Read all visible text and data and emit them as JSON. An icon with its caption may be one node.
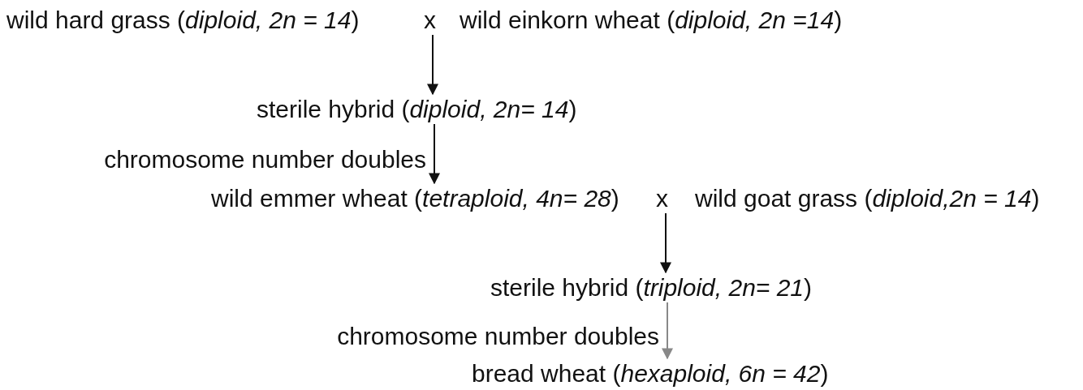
{
  "diagram": {
    "nodes": [
      {
        "text": [
          "wild hard grass (*diploid, 2n = 14*)"
        ]
      },
      {
        "text": [
          "x"
        ]
      },
      {
        "text": [
          "wild einkorn wheat (*diploid, 2n =14*)"
        ]
      },
      {
        "text": [
          "sterile hybrid (*diploid, 2n= 14*)"
        ]
      },
      {
        "text": [
          "wild emmer wheat (*tetraploid, 4n= 28*)"
        ]
      },
      {
        "text": [
          "x"
        ]
      },
      {
        "text": [
          "wild goat grass (*diploid,2n = 14*)"
        ]
      },
      {
        "text": [
          "sterile hybrid (*triploid, 2n= 21*)"
        ]
      },
      {
        "text": [
          "bread wheat (*hexaploid, 6n = 42*)"
        ]
      }
    ],
    "edges": [
      {
        "from": 1,
        "to": 3,
        "arrow": "to"
      },
      {
        "from": 3,
        "to": 4,
        "arrow": "to",
        "label": "chromosome number doubles"
      },
      {
        "from": 5,
        "to": 7,
        "arrow": "to"
      },
      {
        "from": 7,
        "to": 8,
        "arrow": "to",
        "label": "chromosome number doubles",
        "color": "#888888"
      }
    ]
  }
}
